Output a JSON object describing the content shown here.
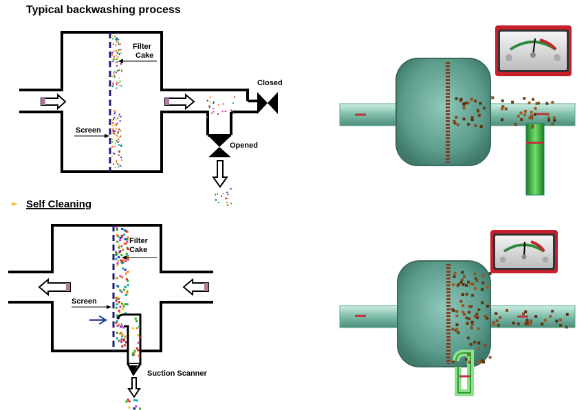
{
  "backwash": {
    "title": "Typical backwashing process",
    "filter_cake_line1": "Filter",
    "filter_cake_line2": "Cake",
    "screen": "Screen",
    "closed": "Closed",
    "opened": "Opened"
  },
  "self_cleaning": {
    "title": "Self Cleaning",
    "filter_cake_line1": "Filter",
    "filter_cake_line2": "Cake",
    "screen": "Screen",
    "suction_scanner": "Suction Scanner"
  },
  "colors": {
    "pipe_outline": "#000000",
    "arrow_fill": "#b07a9a",
    "tank_fill": "#5f9e8f",
    "pipe_green": "#4fbf4f",
    "rust": "#8a4a1e",
    "gauge_red": "#c8202a",
    "bullet": "#f0c040",
    "scanner_arrow": "#1f3f9f"
  },
  "icons": [
    "bullet-icon",
    "flow-arrow-icon",
    "valve-icon",
    "gauge-icon"
  ]
}
